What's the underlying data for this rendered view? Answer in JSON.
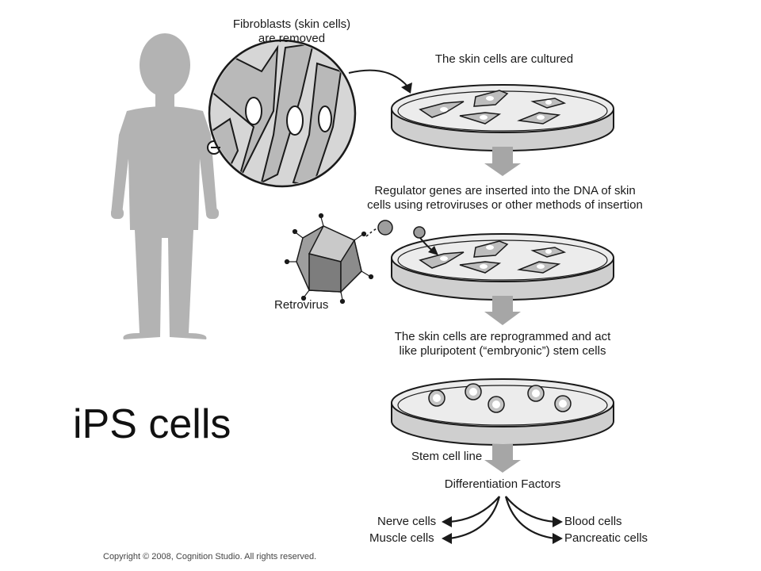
{
  "title": "iPS cells",
  "copyright": "Copyright © 2008, Cognition Studio. All rights reserved.",
  "labels": {
    "fibroblasts_line1": "Fibroblasts (skin cells)",
    "fibroblasts_line2": "are removed",
    "cultured": "The skin cells are cultured",
    "regulator_line1": "Regulator genes are inserted into the DNA of skin",
    "regulator_line2": "cells using retroviruses or other methods of insertion",
    "retrovirus": "Retrovirus",
    "reprogrammed_line1": "The skin cells are reprogrammed and act",
    "reprogrammed_line2": "like pluripotent (“embryonic”)  stem cells",
    "stem_cell_line": "Stem cell line",
    "differentiation": "Differentiation Factors",
    "nerve": "Nerve cells",
    "muscle": "Muscle cells",
    "blood": "Blood cells",
    "pancreatic": "Pancreatic cells"
  },
  "colors": {
    "silhouette": "#b3b3b3",
    "dish_fill": "#ececec",
    "dish_side": "#cfcfcf",
    "cell_fill": "#bdbdbd",
    "outline": "#1a1a1a",
    "arrow": "#a6a6a6"
  },
  "icons": [
    "human-silhouette",
    "magnifier-circle",
    "petri-dish",
    "retrovirus-icon",
    "stem-cell",
    "fibroblast-cell",
    "down-arrow"
  ]
}
